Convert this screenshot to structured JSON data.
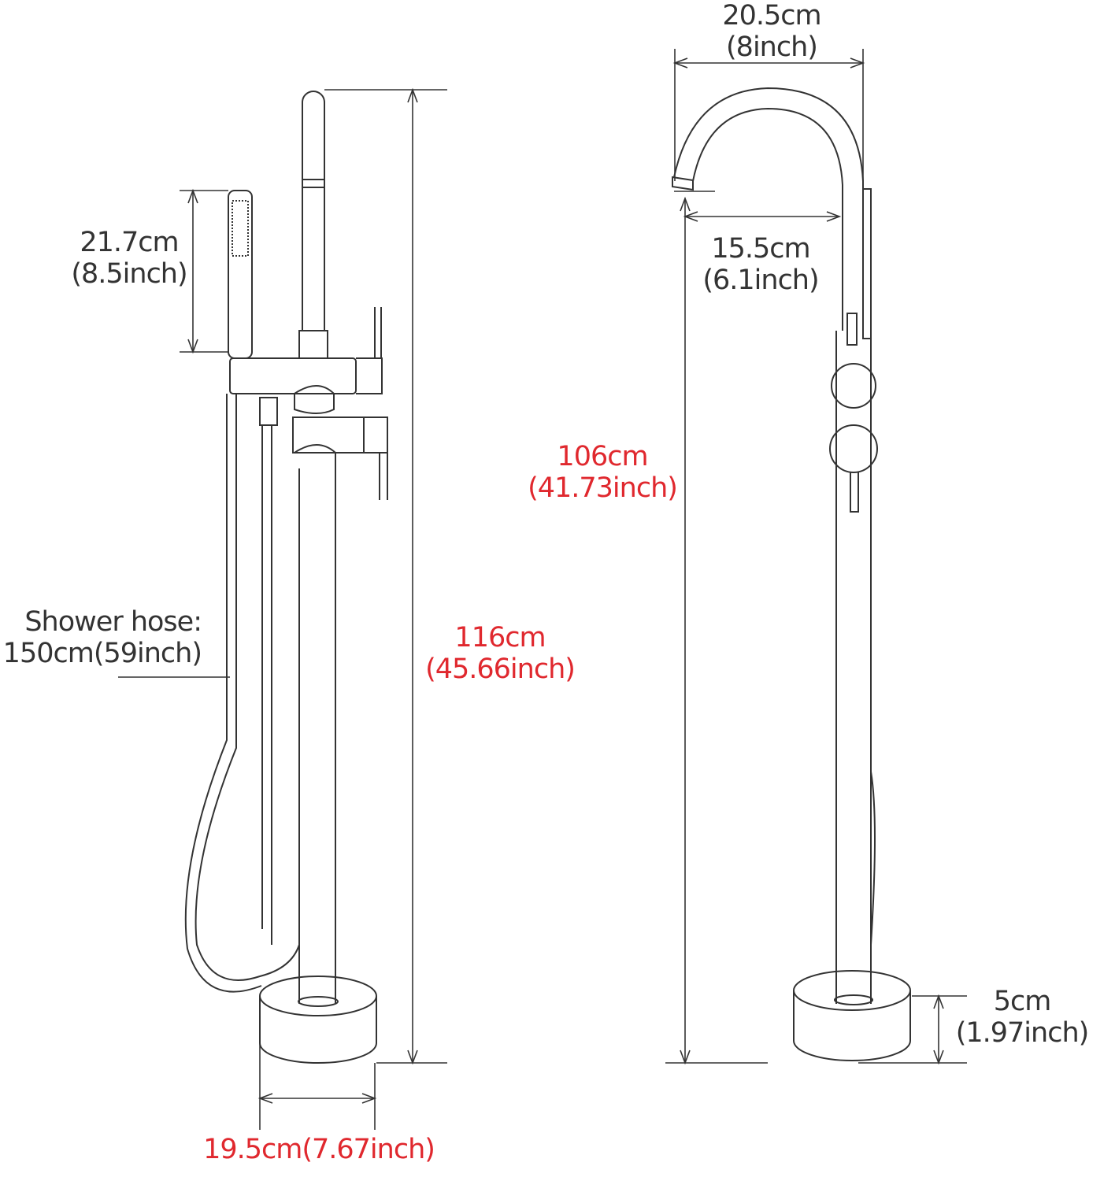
{
  "colors": {
    "line": "#333333",
    "highlight": "#e0282e"
  },
  "labels": {
    "handshower_length": {
      "cm": "21.7cm",
      "inch": "(8.5inch)"
    },
    "hose": {
      "title": "Shower hose:",
      "value": "150cm(59inch)"
    },
    "total_height": {
      "cm": "116cm",
      "inch": "(45.66inch)"
    },
    "base_width": "19.5cm(7.67inch)",
    "spout_reach": {
      "cm": "20.5cm",
      "inch": "(8inch)"
    },
    "spout_offset": {
      "cm": "15.5cm",
      "inch": "(6.1inch)"
    },
    "spout_height": {
      "cm": "106cm",
      "inch": "(41.73inch)"
    },
    "base_height": {
      "cm": "5cm",
      "inch": "(1.97inch)"
    }
  }
}
